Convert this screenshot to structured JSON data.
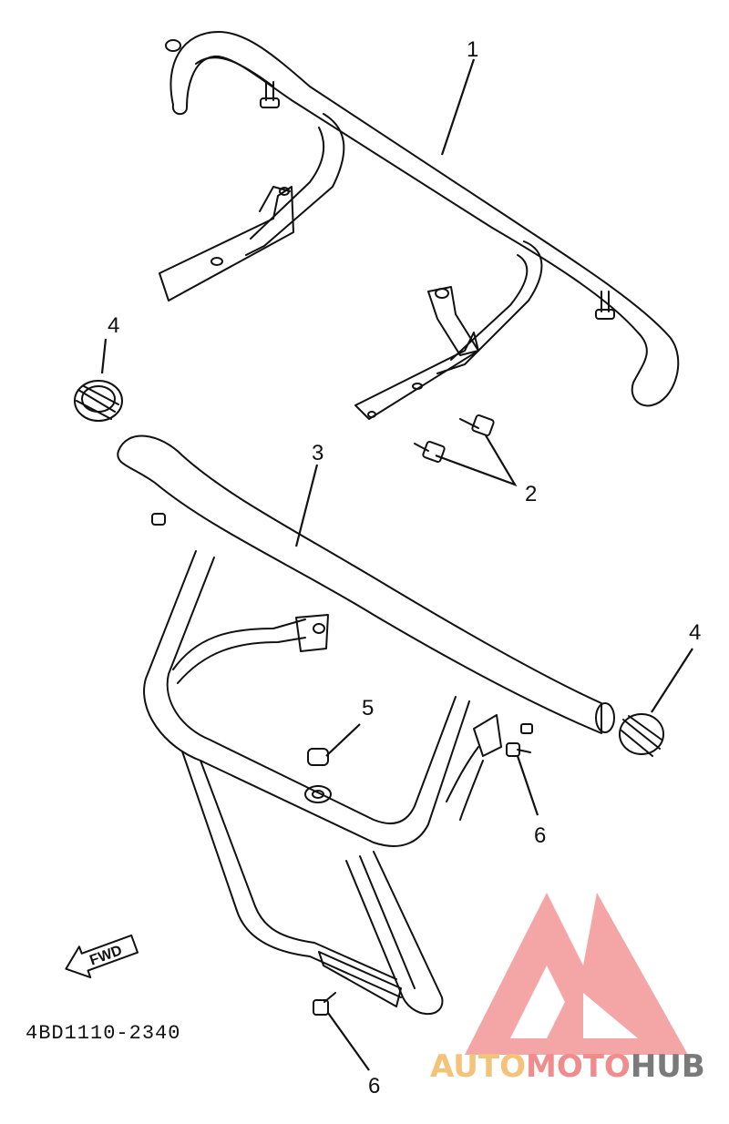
{
  "diagram": {
    "code": "4BD1110-2340",
    "forward_label": "FWD",
    "callouts": [
      {
        "id": "callout-1",
        "label": "1"
      },
      {
        "id": "callout-2",
        "label": "2"
      },
      {
        "id": "callout-3",
        "label": "3"
      },
      {
        "id": "callout-4a",
        "label": "4"
      },
      {
        "id": "callout-4b",
        "label": "4"
      },
      {
        "id": "callout-5",
        "label": "5"
      },
      {
        "id": "callout-6a",
        "label": "6"
      },
      {
        "id": "callout-6b",
        "label": "6"
      }
    ]
  },
  "watermark": {
    "auto": "AUTO",
    "moto": "MOTO",
    "hub": "HUB",
    "colors": {
      "auto": "#f5c27a",
      "moto": "#f08c8c",
      "hub": "#7a7a7a",
      "logo": "#f4a6a6"
    }
  }
}
